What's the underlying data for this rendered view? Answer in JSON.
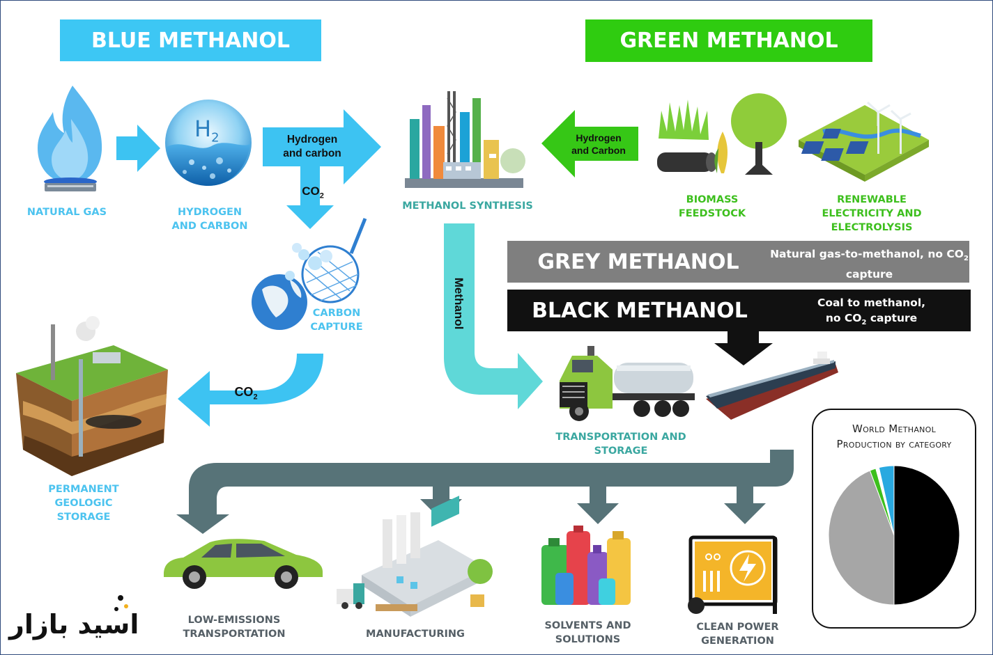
{
  "banners": {
    "blue": "BLUE METHANOL",
    "green": "GREEN METHANOL",
    "grey": "GREY METHANOL",
    "grey_note_1": "Natural gas-to-methanol, no CO",
    "grey_note_2": "capture",
    "black": "BLACK METHANOL",
    "black_note_1": "Coal to methanol,",
    "black_note_2": "no CO",
    "black_note_3": " capture"
  },
  "labels": {
    "natural_gas": "NATURAL GAS",
    "hydrogen_carbon_1": "HYDROGEN",
    "hydrogen_carbon_2": "AND CARBON",
    "methanol_synthesis": "METHANOL SYNTHESIS",
    "biomass_1": "BIOMASS",
    "biomass_2": "FEEDSTOCK",
    "renewable_1": "RENEWABLE",
    "renewable_2": "ELECTRICITY AND",
    "renewable_3": "ELECTROLYSIS",
    "carbon_capture_1": "CARBON",
    "carbon_capture_2": "CAPTURE",
    "geologic_1": "PERMANENT",
    "geologic_2": "GEOLOGIC",
    "geologic_3": "STORAGE",
    "transport_storage": "TRANSPORTATION AND STORAGE",
    "low_emissions": "LOW-EMISSIONS TRANSPORTATION",
    "manufacturing": "MANUFACTURING",
    "solvents_1": "SOLVENTS AND",
    "solvents_2": "SOLUTIONS",
    "clean_power_1": "CLEAN POWER",
    "clean_power_2": "GENERATION"
  },
  "arrows": {
    "hydrogen_carbon_blue_1": "Hydrogen",
    "hydrogen_carbon_blue_2": "and carbon",
    "hydrogen_carbon_green_1": "Hydrogen",
    "hydrogen_carbon_green_2": "and Carbon",
    "co2_a": "CO",
    "co2_b": "CO",
    "co2_sub": "2",
    "methanol": "Methanol"
  },
  "icons": {
    "h2_symbol": "H",
    "h2_sub": "2"
  },
  "pie": {
    "title_1": "World Methanol",
    "title_2": "Production by category"
  },
  "logo": {
    "text": "اسید بازار"
  },
  "chart_data": {
    "type": "pie",
    "title": "World Methanol Production by category",
    "slices": [
      {
        "category": "Black",
        "value": 50.0,
        "color": "#000000"
      },
      {
        "category": "Grey",
        "value": 44.0,
        "color": "#a6a6a6"
      },
      {
        "category": "Green",
        "value": 1.5,
        "color": "#3dbf1d"
      },
      {
        "category": "White",
        "value": 0.8,
        "color": "#ffffff"
      },
      {
        "category": "Blue",
        "value": 3.7,
        "color": "#29a9e0"
      }
    ]
  },
  "colors": {
    "blue_banner": "#3dc7f4",
    "green_banner": "#2fcc10",
    "grey_banner": "#7f7f7f",
    "black_banner": "#111111",
    "blue_arrow": "#3dc3f2",
    "green_arrow": "#36c716",
    "teal_arrow": "#5fd8d8",
    "slate_arrow": "#577378",
    "blue_text": "#4cc3ef",
    "green_text": "#3dbf1d"
  }
}
